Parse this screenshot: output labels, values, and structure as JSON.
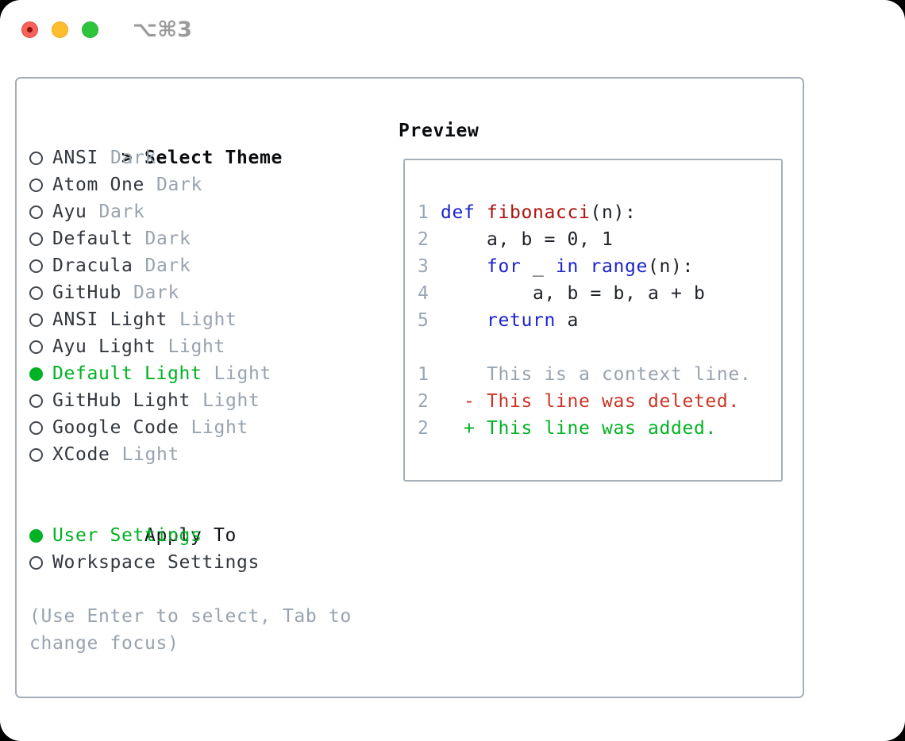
{
  "window": {
    "title": "⌥⌘3"
  },
  "colors": {
    "green": "#00b224",
    "kw": "#1d23cd",
    "fn": "#ad1310",
    "del": "#cb3426",
    "fg": "#1e2228",
    "muted": "#98a3af",
    "gutter": "#99a6b6",
    "circle": "#42474f",
    "heading": "#0a0c0f",
    "border": "#a6aeb9",
    "title_gray": "#9b9b9b",
    "light_red": "#f5635c",
    "light_red_border": "#e8493f",
    "light_red_dot": "#8c1209",
    "light_yellow": "#fdbd2e",
    "light_yellow_border": "#f0ab1c",
    "light_green": "#2fc53a",
    "light_green_border": "#27b33a"
  },
  "theme_panel": {
    "prompt": ">",
    "title": "Select Theme",
    "themes": [
      {
        "name": "ANSI",
        "variant": "Dark",
        "selected": false
      },
      {
        "name": "Atom One",
        "variant": "Dark",
        "selected": false
      },
      {
        "name": "Ayu",
        "variant": "Dark",
        "selected": false
      },
      {
        "name": "Default",
        "variant": "Dark",
        "selected": false
      },
      {
        "name": "Dracula",
        "variant": "Dark",
        "selected": false
      },
      {
        "name": "GitHub",
        "variant": "Dark",
        "selected": false
      },
      {
        "name": "ANSI Light",
        "variant": "Light",
        "selected": false
      },
      {
        "name": "Ayu Light",
        "variant": "Light",
        "selected": false
      },
      {
        "name": "Default Light",
        "variant": "Light",
        "selected": true
      },
      {
        "name": "GitHub Light",
        "variant": "Light",
        "selected": false
      },
      {
        "name": "Google Code",
        "variant": "Light",
        "selected": false
      },
      {
        "name": "XCode",
        "variant": "Light",
        "selected": false
      }
    ],
    "apply_to": {
      "title": "Apply To",
      "options": [
        {
          "label": "User Settings",
          "selected": true
        },
        {
          "label": "Workspace Settings",
          "selected": false
        }
      ]
    },
    "hint_lines": [
      "(Use Enter to select, Tab to",
      "change focus)"
    ]
  },
  "preview": {
    "title": "Preview",
    "code_lines": [
      {
        "num": "1",
        "tokens": [
          [
            "def",
            "kw"
          ],
          [
            " ",
            "fg"
          ],
          [
            "fibonacci",
            "fn"
          ],
          [
            "(n):",
            "fg"
          ]
        ]
      },
      {
        "num": "2",
        "tokens": [
          [
            "    a, b = 0, 1",
            "fg"
          ]
        ]
      },
      {
        "num": "3",
        "tokens": [
          [
            "    ",
            "fg"
          ],
          [
            "for",
            "kw"
          ],
          [
            " _ ",
            "fg"
          ],
          [
            "in",
            "kw"
          ],
          [
            " ",
            "fg"
          ],
          [
            "range",
            "kw"
          ],
          [
            "(n):",
            "fg"
          ]
        ]
      },
      {
        "num": "4",
        "tokens": [
          [
            "        a, b = b, a + b",
            "fg"
          ]
        ]
      },
      {
        "num": "5",
        "tokens": [
          [
            "    ",
            "fg"
          ],
          [
            "return",
            "kw"
          ],
          [
            " a",
            "fg"
          ]
        ]
      },
      {
        "num": "",
        "tokens": []
      },
      {
        "num": "1",
        "tokens": [
          [
            "    This is a context line.",
            "ctx"
          ]
        ]
      },
      {
        "num": "2",
        "tokens": [
          [
            "  - This line was deleted.",
            "del"
          ]
        ]
      },
      {
        "num": "2",
        "tokens": [
          [
            "  + This line was added.",
            "add"
          ]
        ]
      }
    ]
  }
}
